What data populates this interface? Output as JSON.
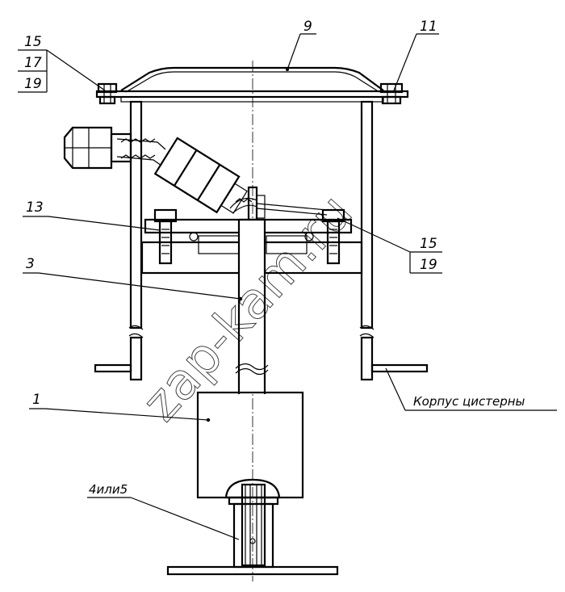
{
  "labels": {
    "callout_15a": "15",
    "callout_17": "17",
    "callout_19a": "19",
    "callout_9": "9",
    "callout_11": "11",
    "callout_13": "13",
    "callout_3": "3",
    "callout_15b": "15",
    "callout_19b": "19",
    "callout_1": "1",
    "callout_4or5": "4или5",
    "tank_body": "Корпус цистерны"
  },
  "watermark": "zap-kam.ru"
}
